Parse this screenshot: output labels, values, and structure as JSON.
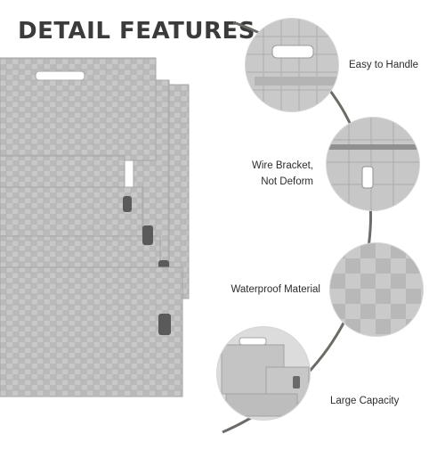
{
  "heading": "DETAIL FEATURES",
  "features": [
    {
      "label": "Easy to Handle",
      "icon": "handle-cutout-closeup"
    },
    {
      "label_lines": [
        "Wire Bracket,",
        "Not Deform"
      ],
      "icon": "wire-bracket-closeup"
    },
    {
      "label": "Waterproof Material",
      "icon": "woven-texture-closeup"
    },
    {
      "label": "Large Capacity",
      "icon": "stacked-baskets-closeup"
    }
  ],
  "colors": {
    "heading_text": "#3b3b3b",
    "label_text": "#2c2c2c",
    "basket_gray": "#c4c5c4",
    "basket_dark": "#9a9b9a",
    "arc": "#6e6a66"
  }
}
